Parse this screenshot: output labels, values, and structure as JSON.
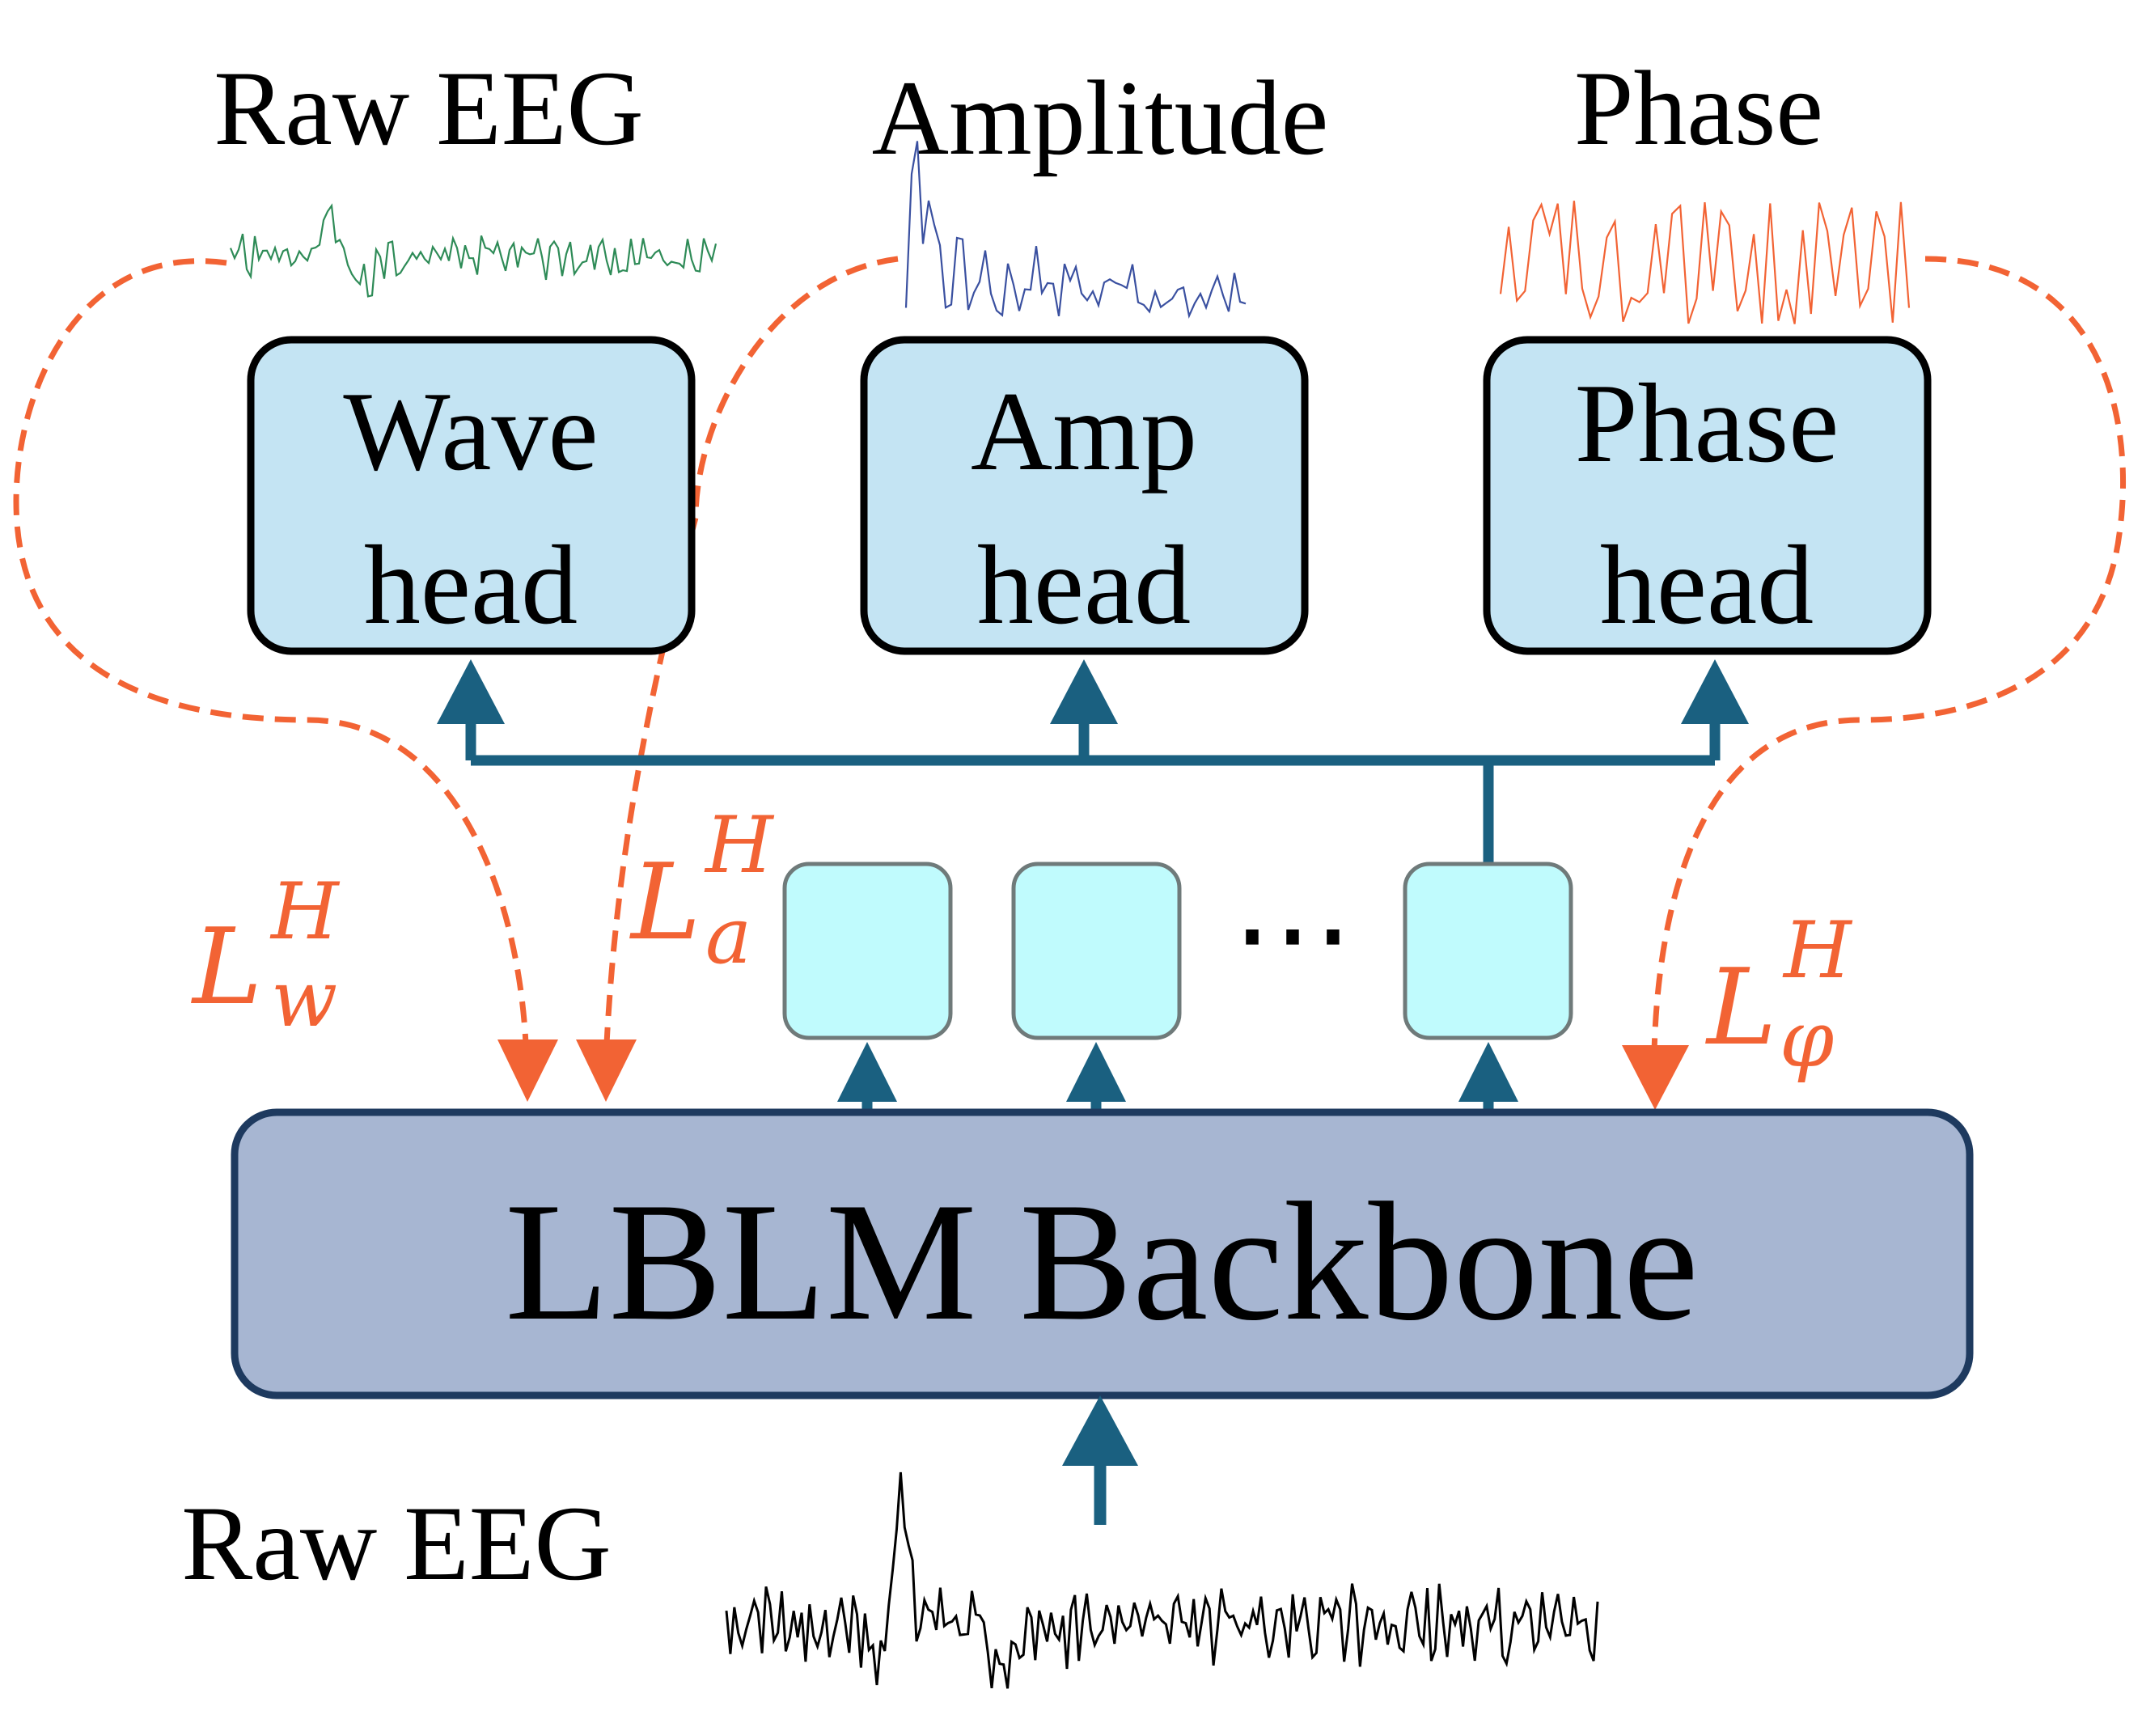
{
  "top_labels": {
    "raw_eeg": "Raw EEG",
    "amplitude": "Amplitude",
    "phase": "Phase"
  },
  "heads": {
    "wave": {
      "line1": "Wave",
      "line2": "head"
    },
    "amp": {
      "line1": "Amp",
      "line2": "head"
    },
    "phase": {
      "line1": "Phase",
      "line2": "head"
    }
  },
  "backbone": {
    "label": "LBLM Backbone"
  },
  "bottom": {
    "raw_eeg": "Raw EEG"
  },
  "ellipsis": "⋯",
  "losses": {
    "wave": {
      "base": "L",
      "sup": "H",
      "sub": "w"
    },
    "amp": {
      "base": "L",
      "sup": "H",
      "sub": "a"
    },
    "phase": {
      "base": "L",
      "sup": "H",
      "sub": "φ"
    }
  },
  "colors": {
    "head_fill": "#c4e4f3",
    "token_fill": "#c0fbfd",
    "backbone_fill": "#a7b6d2",
    "backbone_stroke": "#1e3a5f",
    "arrow": "#1a6080",
    "loss": "#f26334",
    "wave_signal": "#2e8b57",
    "amp_signal": "#3a50a0",
    "phase_signal": "#f26334",
    "raw_signal": "#000000"
  }
}
